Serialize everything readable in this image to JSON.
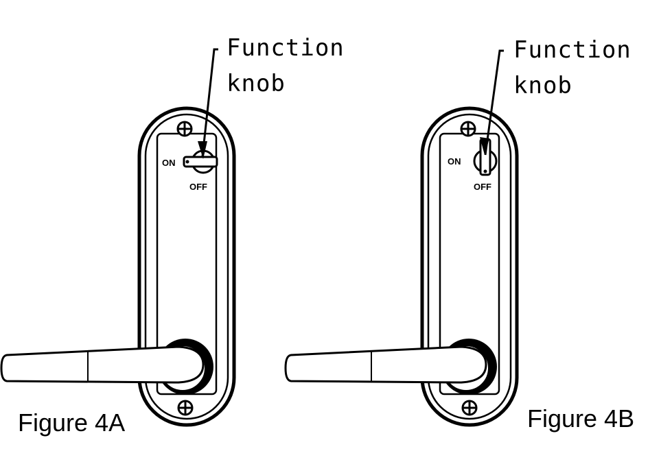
{
  "figures": [
    {
      "id": "4A",
      "caption": "Figure 4A",
      "callout_line1": "Function",
      "callout_line2": "knob",
      "knob_state": "ON",
      "on_label": "ON",
      "off_label": "OFF"
    },
    {
      "id": "4B",
      "caption": "Figure 4B",
      "callout_line1": "Function",
      "callout_line2": "knob",
      "knob_state": "OFF",
      "on_label": "ON",
      "off_label": "OFF"
    }
  ],
  "colors": {
    "line": "#000000",
    "background": "#ffffff"
  }
}
